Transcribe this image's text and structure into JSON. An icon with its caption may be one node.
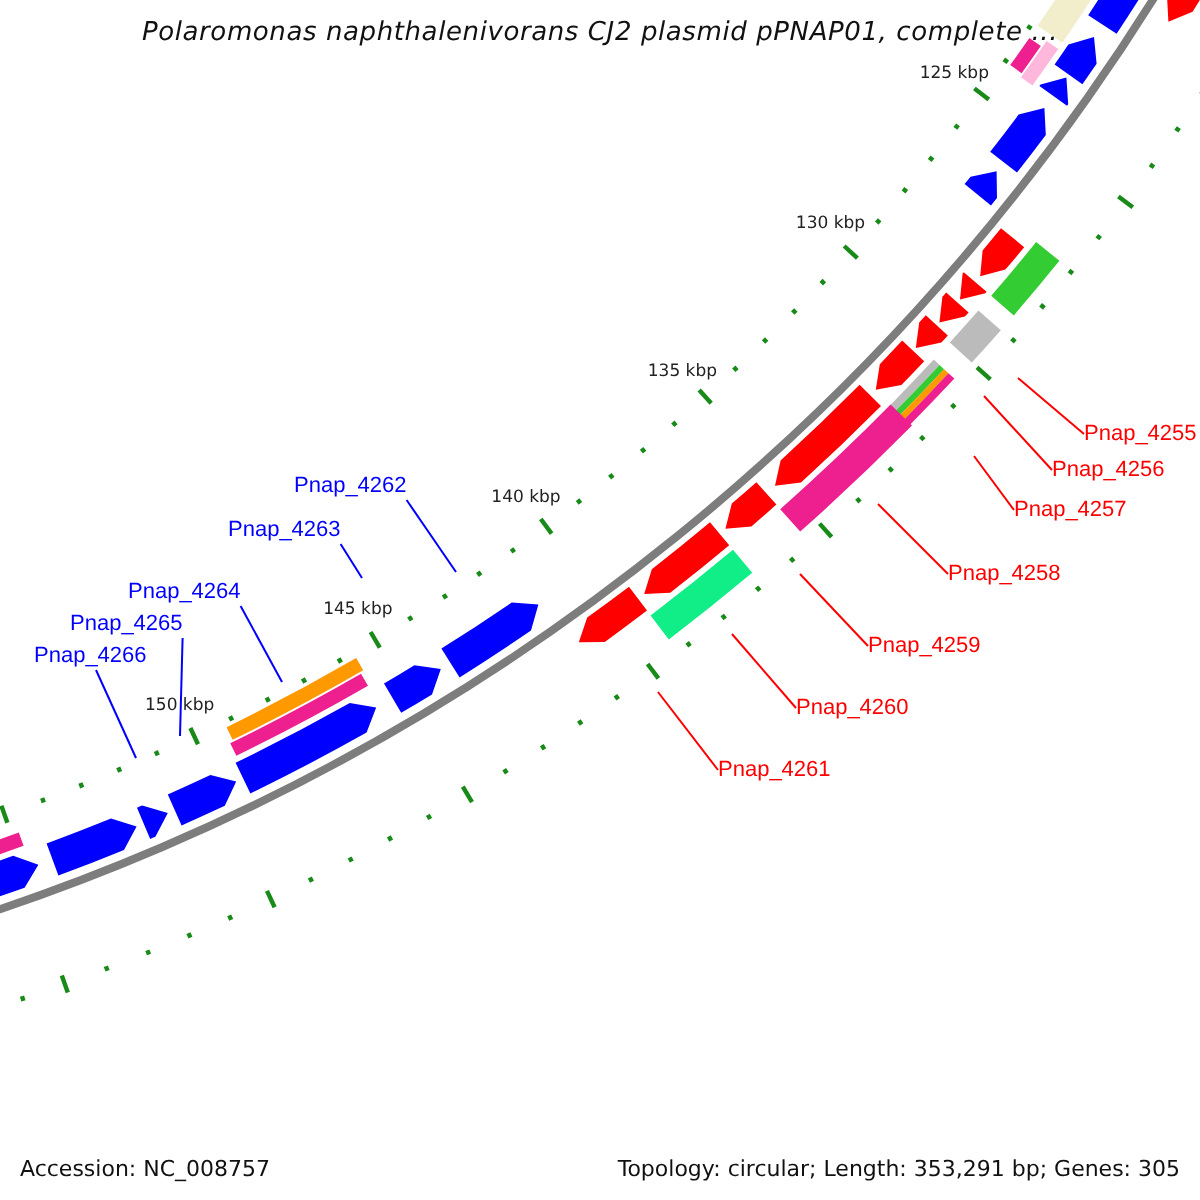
{
  "diagram": {
    "title": "Polaromonas naphthalenivorans CJ2 plasmid pPNAP01, complete ...",
    "nodes": [
      {
        "text": [
          "Pnap_4255"
        ]
      },
      {
        "text": [
          "Pnap_4256"
        ]
      },
      {
        "text": [
          "Pnap_4257"
        ]
      },
      {
        "text": [
          "Pnap_4258"
        ]
      },
      {
        "text": [
          "Pnap_4259"
        ]
      },
      {
        "text": [
          "Pnap_4260"
        ]
      },
      {
        "text": [
          "Pnap_4261"
        ]
      },
      {
        "text": [
          "Pnap_4262"
        ]
      },
      {
        "text": [
          "Pnap_4263"
        ]
      },
      {
        "text": [
          "Pnap_4264"
        ]
      },
      {
        "text": [
          "Pnap_4265"
        ]
      },
      {
        "text": [
          "Pnap_4266"
        ]
      }
    ],
    "edges": [
      {
        "from": 0,
        "to": null,
        "arrow": "none"
      },
      {
        "from": 1,
        "to": null,
        "arrow": "none"
      },
      {
        "from": 2,
        "to": null,
        "arrow": "none"
      },
      {
        "from": 3,
        "to": null,
        "arrow": "none"
      },
      {
        "from": 4,
        "to": null,
        "arrow": "none"
      },
      {
        "from": 5,
        "to": null,
        "arrow": "none"
      },
      {
        "from": 6,
        "to": null,
        "arrow": "none"
      },
      {
        "from": 7,
        "to": null,
        "arrow": "none",
        "color": "#0000ff"
      },
      {
        "from": 8,
        "to": null,
        "arrow": "none",
        "color": "#0000ff"
      },
      {
        "from": 9,
        "to": null,
        "arrow": "none",
        "color": "#0000ff"
      },
      {
        "from": 10,
        "to": null,
        "arrow": "none",
        "color": "#0000ff"
      },
      {
        "from": 11,
        "to": null,
        "arrow": "none",
        "color": "#0000ff"
      }
    ],
    "labels": [
      "125 kbp",
      "130 kbp",
      "135 kbp",
      "140 kbp",
      "145 kbp",
      "150 kbp",
      "Accession: NC_008757",
      "Topology: circular; Length: 353,291 bp; Genes: 305"
    ]
  }
}
